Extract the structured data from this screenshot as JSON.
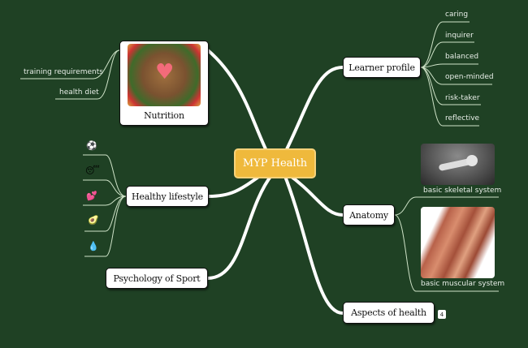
{
  "center": {
    "label": "MYP Health",
    "color": "#efb93c"
  },
  "nutrition": {
    "label": "Nutrition",
    "children": [
      "training requirements",
      "health diet"
    ]
  },
  "healthy_lifestyle": {
    "label": "Healthy lifestyle",
    "children": [
      "⚽",
      "😴",
      "💕",
      "🥑",
      "💧"
    ]
  },
  "psychology": {
    "label": "Psychology of Sport"
  },
  "learner_profile": {
    "label": "Learner profile",
    "children": [
      "caring",
      "inquirer",
      "balanced",
      "open-minded",
      "risk-taker",
      "reflective"
    ]
  },
  "anatomy": {
    "label": "Anatomy",
    "children": [
      "basic skeletal system",
      "basic muscular system"
    ]
  },
  "aspects": {
    "label": "Aspects of health",
    "badge": "4"
  },
  "colors": {
    "background": "#1f4124",
    "line": "#ffffff",
    "leaf_line": "#cfe3c8"
  }
}
